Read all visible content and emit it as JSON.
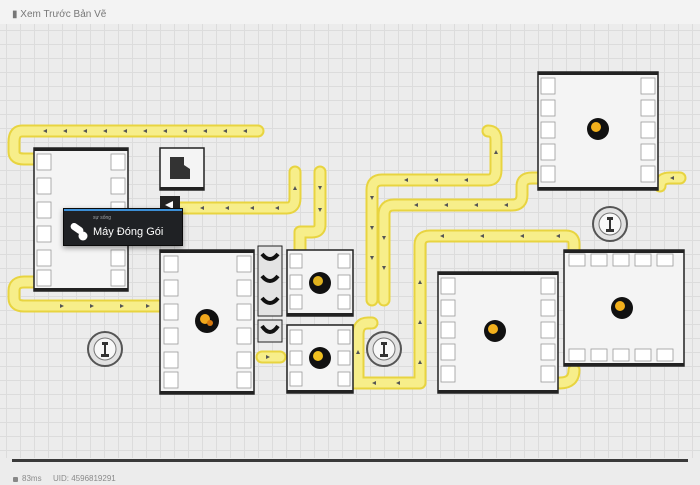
{
  "window": {
    "title": "▮ Xem Trước Bản Vẽ"
  },
  "tooltip": {
    "subtitle": "sự sống",
    "name": "Máy Đóng Gói",
    "icon": "capsule-pill-icon"
  },
  "status": {
    "latency": "83ms",
    "uid": "UID: 4596819291"
  },
  "colors": {
    "belt_fill": "#f7ee8a",
    "belt_border": "#e8d440",
    "machine_border": "#222222",
    "tooltip_bg": "#1f2124",
    "tooltip_accent": "#3c8fd6",
    "canvas_bg": "#ececec"
  },
  "icons": {
    "conveyor_arrow": "small-arrow-icon",
    "ore_resource": "ore-chunk-icon",
    "pylon": "relay-pylon-icon",
    "machine_socket": "port-slot-icon"
  }
}
